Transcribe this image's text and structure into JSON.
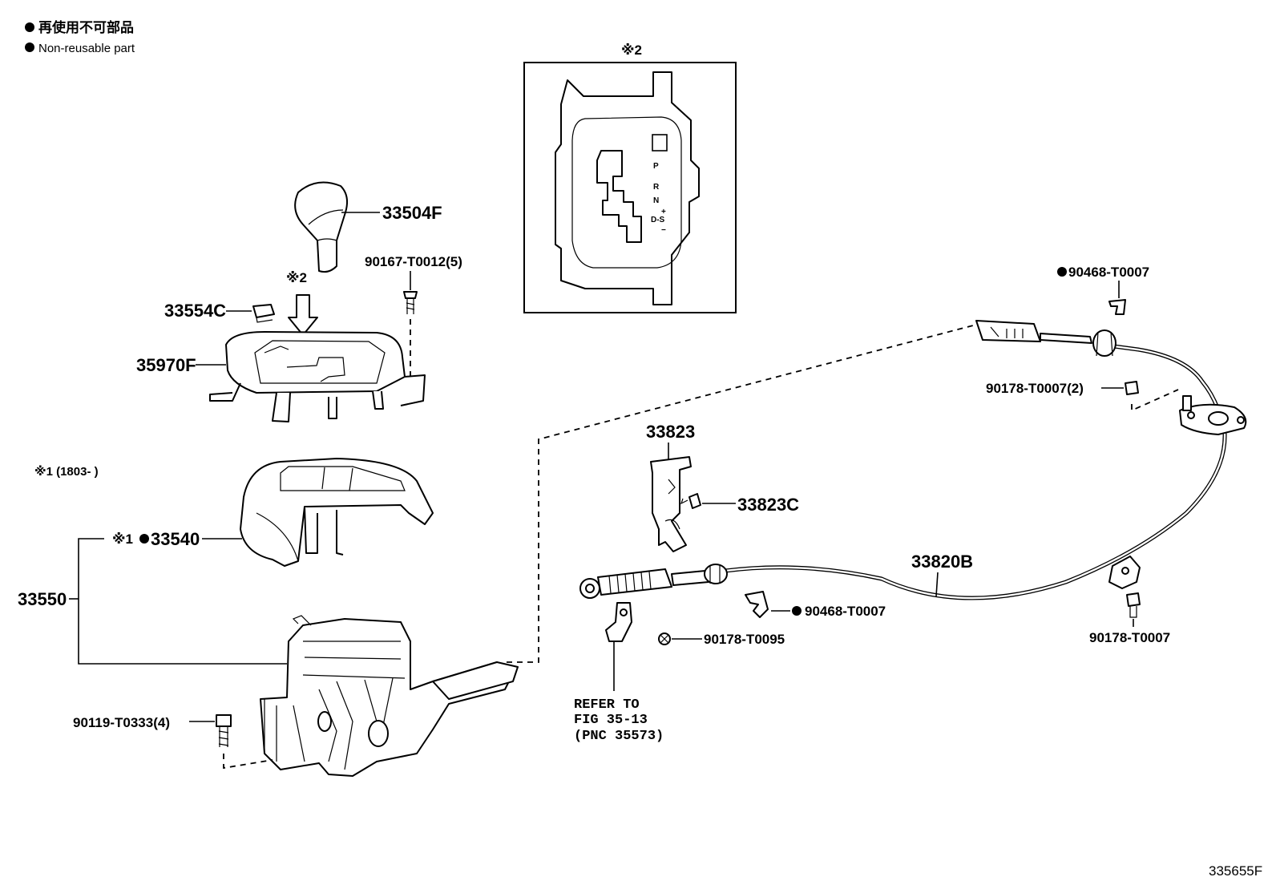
{
  "legend": {
    "marker": "●",
    "jp": "再使用不可部品",
    "en": "Non-reusable part"
  },
  "inset": {
    "title": "※2",
    "positions": [
      "P",
      "R",
      "N",
      "D-S",
      "+",
      "−"
    ]
  },
  "notes": {
    "star2_arrow": "※2",
    "star1_range": "※1 (1803-     )"
  },
  "labels": {
    "p33504F": "33504F",
    "p90167": "90167-T0012(5)",
    "p33554C": "33554C",
    "p35970F": "35970F",
    "p33540_prefix": "※1",
    "p33540": "33540",
    "p33550": "33550",
    "p90119": "90119-T0333(4)",
    "p90468_top": "90468-T0007",
    "p90178_2": "90178-T0007(2)",
    "p33823": "33823",
    "p33823C": "33823C",
    "p33820B": "33820B",
    "p90468_mid": "90468-T0007",
    "p90178_T0095": "90178-T0095",
    "p90178_bottom": "90178-T0007"
  },
  "refer": {
    "line1": "REFER TO",
    "line2": "FIG 35-13",
    "line3": "(PNC 35573)"
  },
  "diagram_id": "335655F"
}
